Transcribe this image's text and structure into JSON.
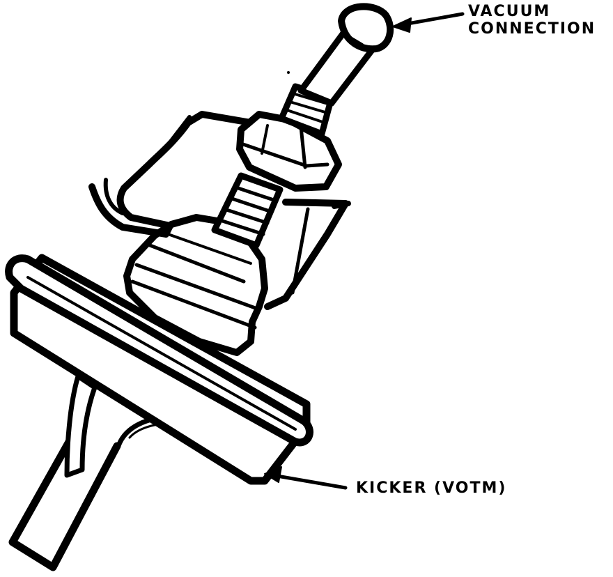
{
  "labels": {
    "vacuum_line1": "VACUUM",
    "vacuum_line2": "CONNECTION",
    "kicker": "KICKER (VOTM)"
  },
  "colors": {
    "ink": "#000000",
    "paper": "#ffffff"
  }
}
